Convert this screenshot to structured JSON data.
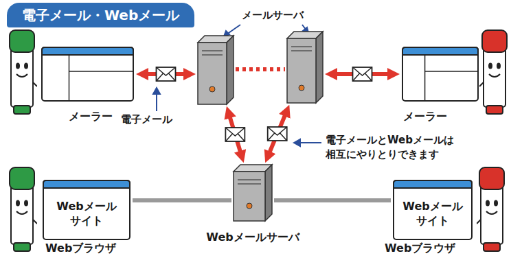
{
  "diagram": {
    "title": "電子メール・Webメール",
    "nodes": [
      {
        "text": [
          "メーラー"
        ]
      },
      {
        "text": []
      },
      {
        "text": []
      },
      {
        "text": [
          "メーラー"
        ]
      },
      {
        "text": [
          "Webメール サイト",
          "Webブラウザ"
        ]
      },
      {
        "text": [
          "Webメールサーバ"
        ]
      },
      {
        "text": [
          "Webメール サイト",
          "Webブラウザ"
        ]
      }
    ],
    "edges": [
      {
        "from": 0,
        "to": 1,
        "arrow": "both"
      },
      {
        "from": 1,
        "to": 2,
        "arrow": "none"
      },
      {
        "from": 2,
        "to": 3,
        "arrow": "both"
      },
      {
        "from": 1,
        "to": 5,
        "arrow": "both"
      },
      {
        "from": 2,
        "to": 5,
        "arrow": "both"
      },
      {
        "from": 4,
        "to": 5,
        "arrow": "none"
      },
      {
        "from": 5,
        "to": 6,
        "arrow": "none"
      }
    ],
    "labels": [
      "メールサーバ",
      "電子メール",
      "電子メールとWebメールは 相互にやりとりできます"
    ]
  }
}
